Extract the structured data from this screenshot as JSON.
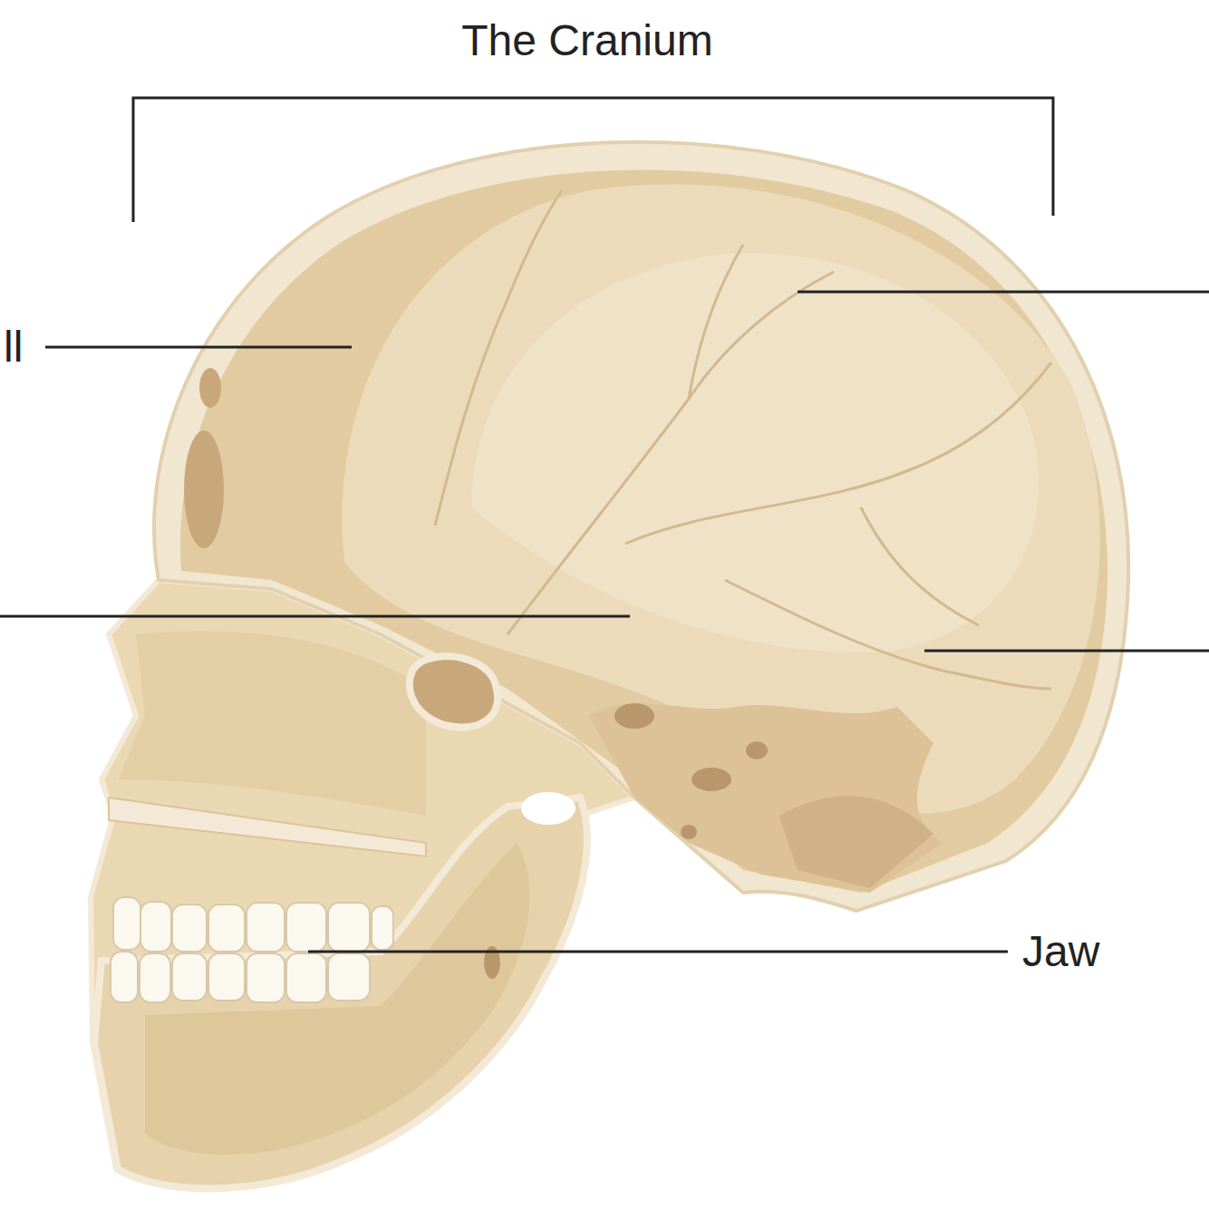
{
  "diagram": {
    "title": "The Cranium",
    "labels": [
      "ll",
      "Jaw"
    ]
  }
}
